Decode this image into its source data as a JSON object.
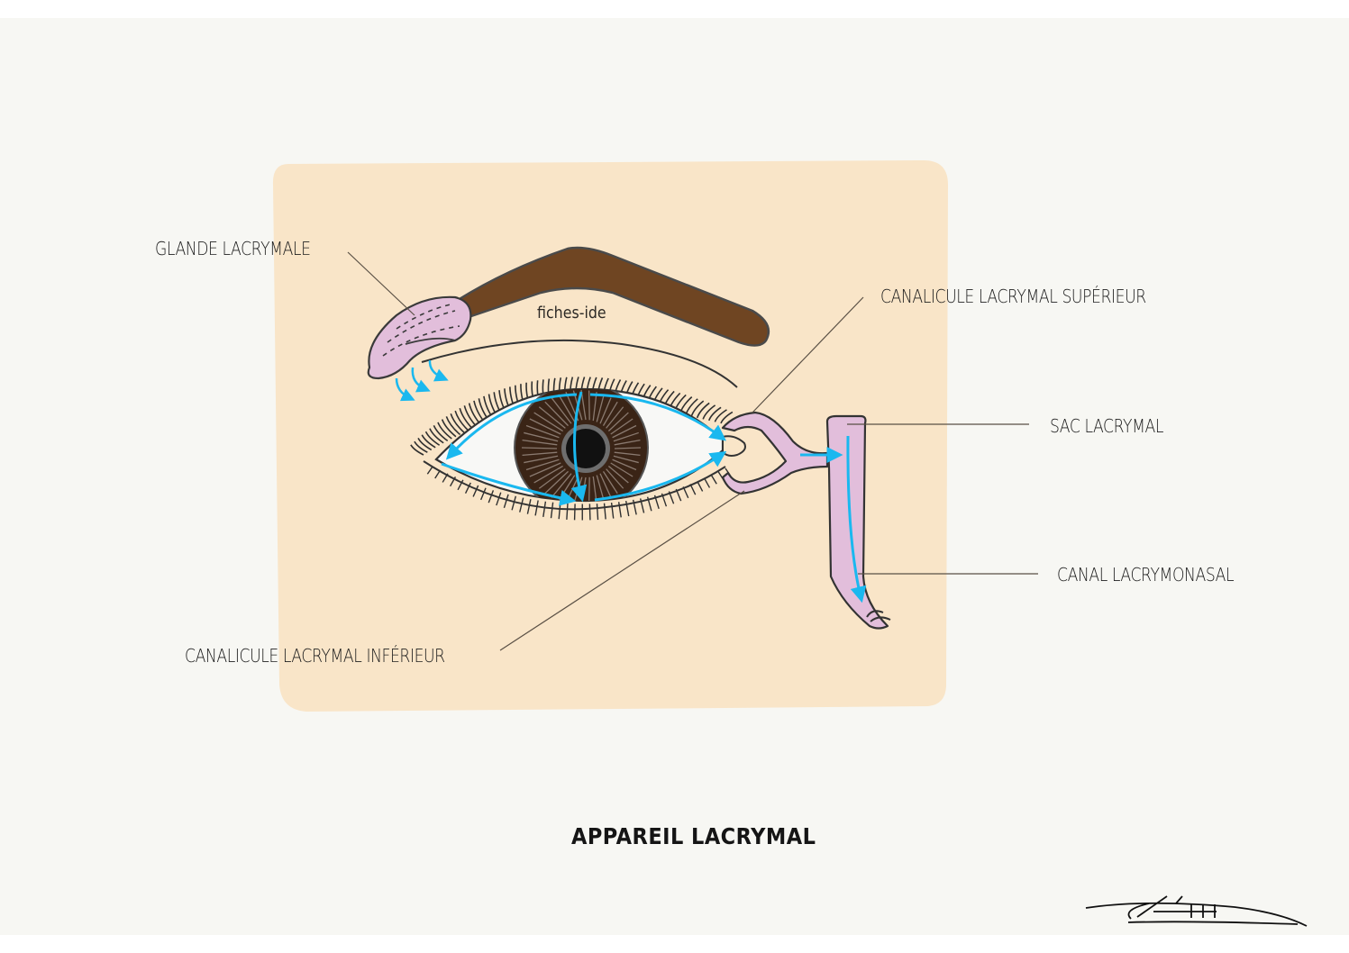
{
  "diagram": {
    "title": "APPAREIL LACRYMAL",
    "watermark": "fiches-ide",
    "labels": {
      "glande": "GLANDE LACRYMALE",
      "canalicule_superieur": "CANALICULE LACRYMAL SUPÉRIEUR",
      "sac": "SAC LACRYMAL",
      "canal": "CANAL LACRYMONASAL",
      "canalicule_inferieur": "CANALICULE LACRYMAL INFÉRIEUR"
    },
    "colors": {
      "page_background": "#f7f7f3",
      "skin_panel": "#f9e5c8",
      "eyebrow": "#6f4522",
      "lacrimal_structures": "#e2bedb",
      "iris": "#3a2416",
      "pupil": "#111111",
      "sclera": "#f8f8f6",
      "tear_flow_arrows": "#1ab8ef",
      "outline": "#3a3a3a"
    },
    "signature": "author-signature"
  }
}
